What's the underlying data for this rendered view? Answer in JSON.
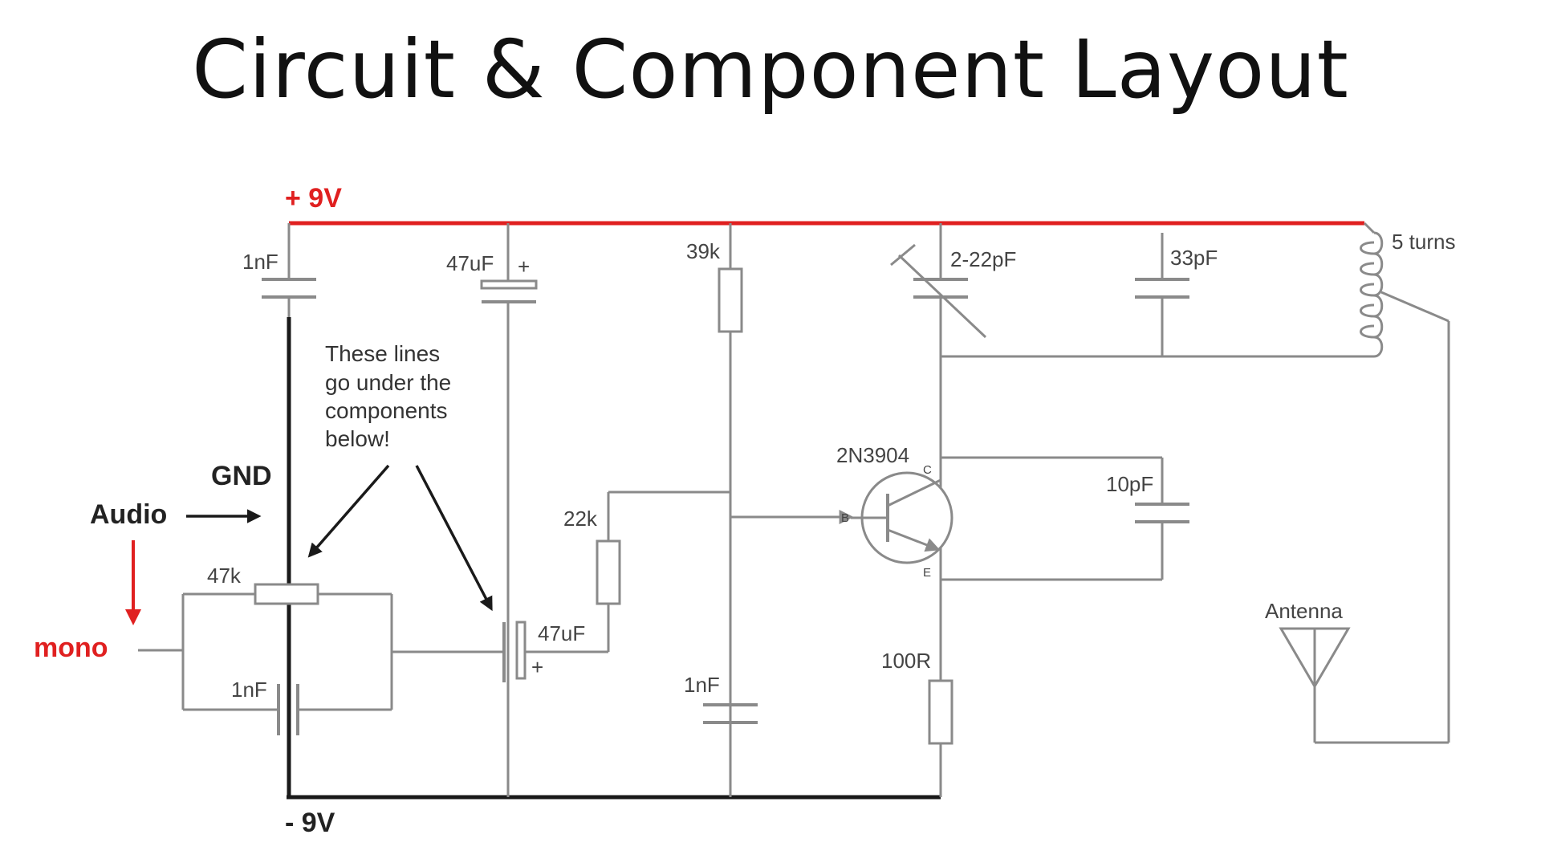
{
  "title": "Circuit & Component Layout",
  "rails": {
    "positive": "+ 9V",
    "negative": "- 9V"
  },
  "inputs": {
    "gnd": "GND",
    "audio": "Audio",
    "mono": "mono"
  },
  "note": [
    "These lines",
    "go under the",
    "components",
    "below!"
  ],
  "components": {
    "c_1nf_top": "1nF",
    "c_47uf_top": "47uF",
    "c_47uf_top_plus": "+",
    "r_39k": "39k",
    "c_trimmer": "2-22pF",
    "c_33pf": "33pF",
    "coil": "5 turns",
    "r_47k": "47k",
    "c_1nf_input": "1nF",
    "c_47uf_coupling": "47uF",
    "c_47uf_coupling_plus": "+",
    "r_22k": "22k",
    "c_1nf_bottom": "1nF",
    "transistor": "2N3904",
    "pin_c": "C",
    "pin_b": "B",
    "pin_e": "E",
    "c_10pf": "10pF",
    "r_100r": "100R",
    "antenna": "Antenna"
  },
  "colors": {
    "rail_positive": "#e02020",
    "rail_negative": "#1a1a1a",
    "wire": "#8a8a8a",
    "mono_label": "#e02020"
  }
}
